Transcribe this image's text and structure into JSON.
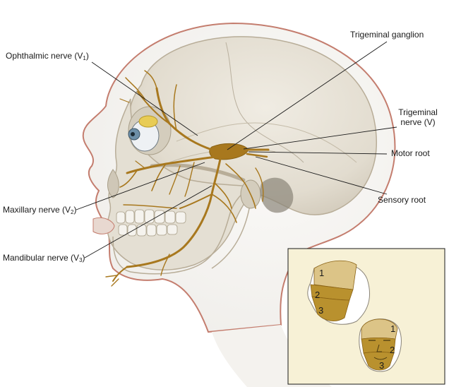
{
  "labels": {
    "ophthalmic": {
      "text": "Ophthalmic nerve (V",
      "sub": "1",
      "suffix": ")"
    },
    "maxillary": {
      "text": "Maxillary nerve (V",
      "sub": "2",
      "suffix": ")"
    },
    "mandibular": {
      "text": "Mandibular nerve (V",
      "sub": "3",
      "suffix": ")"
    },
    "ganglion": "Trigeminal ganglion",
    "trigeminal_line1": "Trigeminal",
    "trigeminal_line2": "nerve (V)",
    "motor_root": "Motor root",
    "sensory_root": "Sensory root"
  },
  "inset": {
    "zones": [
      "1",
      "2",
      "3"
    ]
  },
  "colors": {
    "bone": "#e6e1d6",
    "bone_shadow": "#c9c2b3",
    "nerve": "#a8781e",
    "inset_bg": "#f7f1d6",
    "zone_dark": "#b9912e",
    "zone_light": "#dcc487",
    "leader": "#1a1a1a"
  }
}
